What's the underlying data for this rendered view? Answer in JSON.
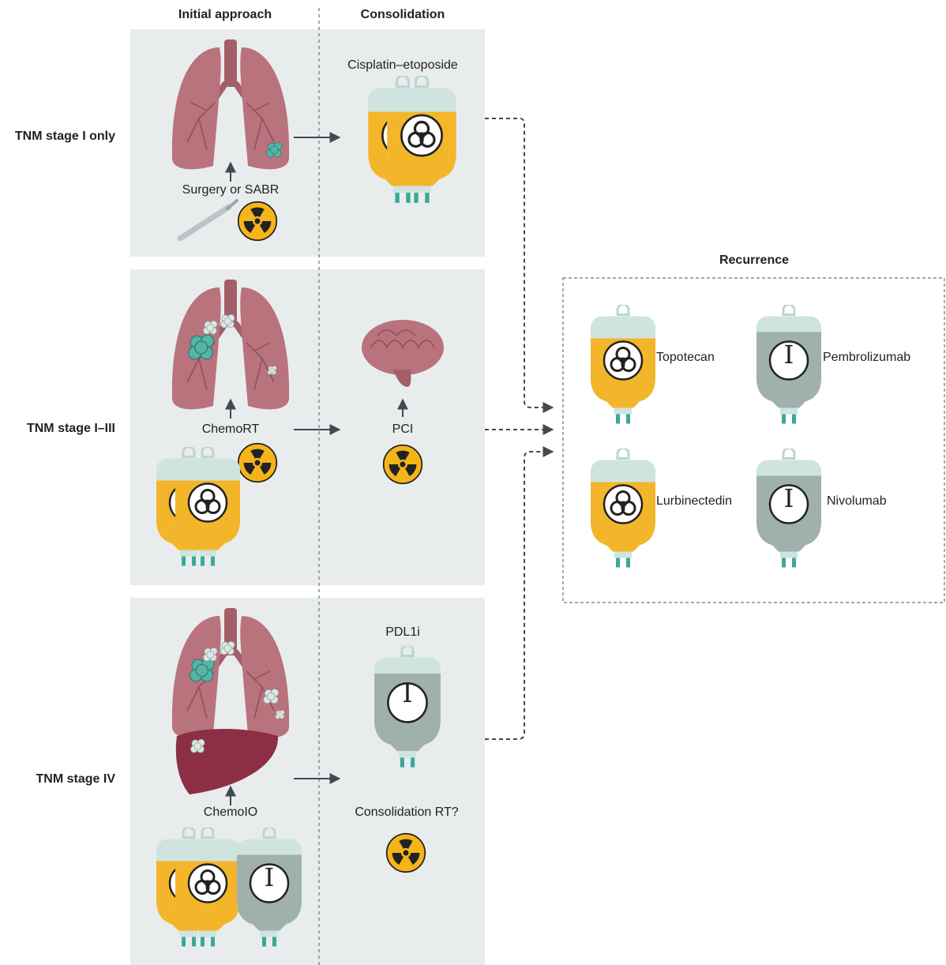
{
  "column_headers": {
    "initial": "Initial approach",
    "consolidation": "Consolidation",
    "recurrence": "Recurrence"
  },
  "rows": [
    {
      "label": "TNM stage I only",
      "initial_label": "Surgery or SABR",
      "consolidation_label": "Cisplatin–etoposide"
    },
    {
      "label": "TNM stage I–III",
      "initial_label": "ChemoRT",
      "consolidation_label": "PCI"
    },
    {
      "label": "TNM stage IV",
      "initial_label": "ChemoIO",
      "consolidation_label": "PDL1i",
      "consolidation_label_2": "Consolidation RT?"
    }
  ],
  "recurrence_drugs": [
    {
      "name": "Topotecan",
      "type": "chemo"
    },
    {
      "name": "Pembrolizumab",
      "type": "immuno"
    },
    {
      "name": "Lurbinectedin",
      "type": "chemo"
    },
    {
      "name": "Nivolumab",
      "type": "immuno"
    }
  ],
  "icons": {
    "immuno_symbol": "I"
  },
  "colors": {
    "panel_bg": "#e9eced",
    "chemo_fill": "#f3b62a",
    "immuno_fill": "#a9b8b5",
    "bag_body": "#cfe3df",
    "tube": "#3aa89a",
    "lung": "#b8737d",
    "liver": "#8c2f45",
    "tumor": "#56b5a7",
    "radiation_bg": "#f5b41a",
    "arrow": "#3f4a52"
  }
}
